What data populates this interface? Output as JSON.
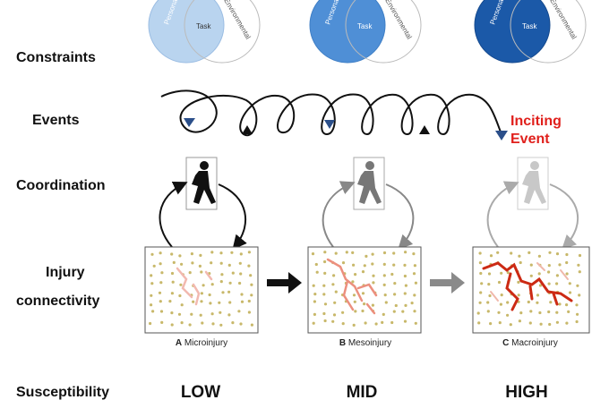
{
  "rows": {
    "constraints": "Constraints",
    "events": "Events",
    "coordination": "Coordination",
    "injury_line1": "Injury",
    "injury_line2": "connectivity",
    "susceptibility": "Susceptibility"
  },
  "venn": {
    "personal": "Personal",
    "task": "Task",
    "environmental": "Environmental"
  },
  "inciting": {
    "line1": "Inciting",
    "line2": "Event"
  },
  "columns": [
    {
      "letter": "A",
      "name": "Microinjury",
      "level": "LOW",
      "circle_color": "#b9d4ef"
    },
    {
      "letter": "B",
      "name": "Mesoinjury",
      "level": "MID",
      "circle_color": "#4f8fd6"
    },
    {
      "letter": "C",
      "name": "Macroinjury",
      "level": "HIGH",
      "circle_color": "#1b59a8"
    }
  ],
  "colors": {
    "crack_low": "#f2b9b0",
    "crack_mid": "#ec8f7e",
    "crack_high": "#cc2a14",
    "dots": "#c8b86a"
  }
}
